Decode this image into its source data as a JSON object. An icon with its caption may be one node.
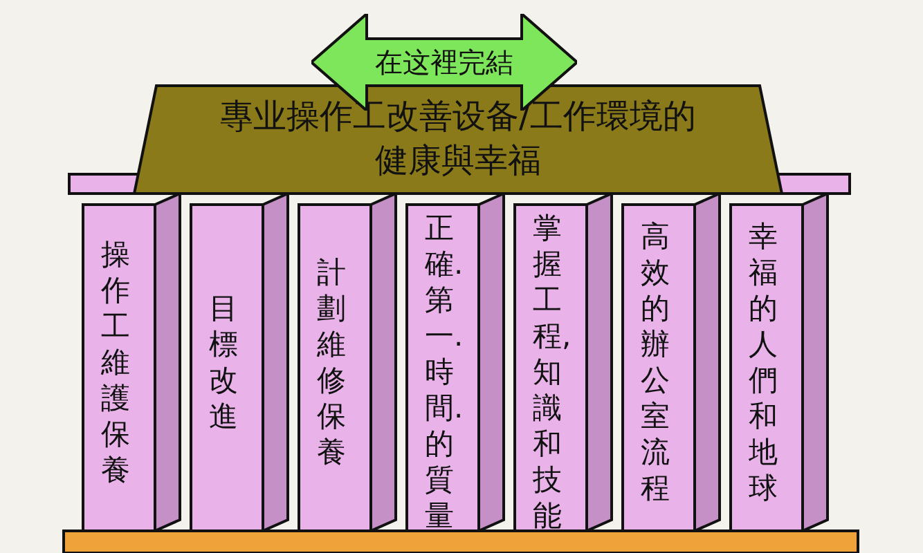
{
  "diagram": {
    "nodes": [
      {
        "text": [
          "在这裡完結"
        ]
      },
      {
        "text": [
          "專业操作工改善设备/工作環境的健康與幸福"
        ]
      },
      {
        "text": [],
        "shape": "box"
      },
      {
        "text": [
          "操作工維護保養"
        ]
      },
      {
        "text": [
          "目標改進"
        ]
      },
      {
        "text": [
          "計劃維修保養"
        ]
      },
      {
        "text": [
          "正確.第一.時間.的質量"
        ]
      },
      {
        "text": [
          "掌握工程,知識和技能"
        ]
      },
      {
        "text": [
          "高效的辦公室流程"
        ]
      },
      {
        "text": [
          "幸福的人們和地球"
        ]
      },
      {
        "text": [],
        "shape": "bar"
      }
    ]
  }
}
